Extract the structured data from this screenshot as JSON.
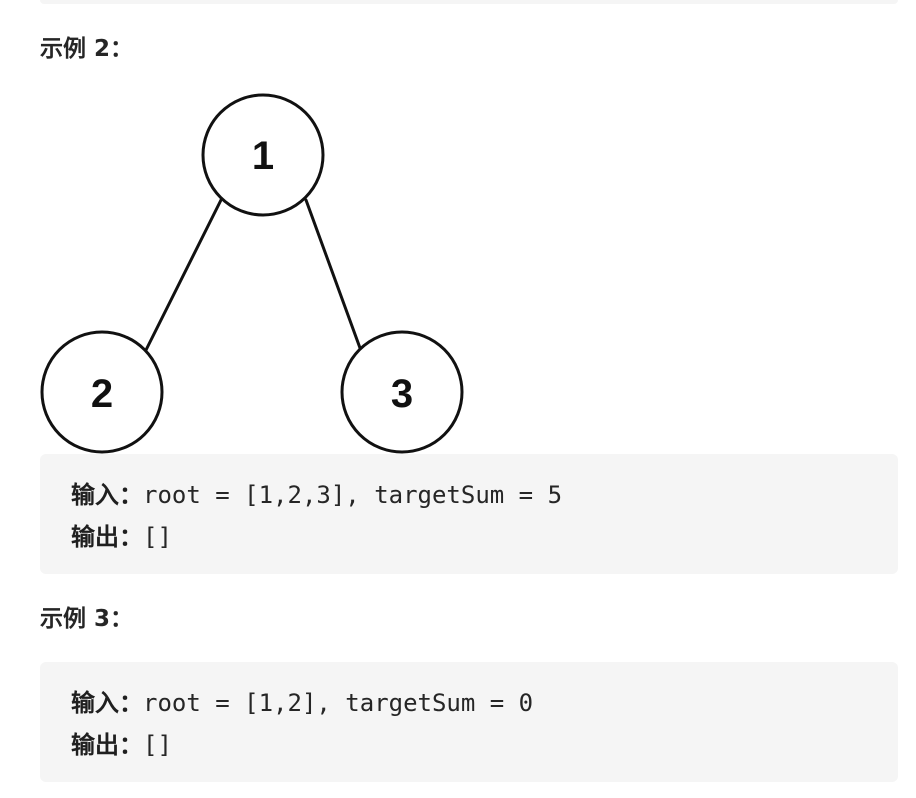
{
  "example2": {
    "heading": "示例 2：",
    "tree": {
      "nodes": [
        {
          "id": "root",
          "value": "1"
        },
        {
          "id": "left",
          "value": "2"
        },
        {
          "id": "right",
          "value": "3"
        }
      ],
      "edges": [
        [
          "root",
          "left"
        ],
        [
          "root",
          "right"
        ]
      ]
    },
    "input_label": "输入：",
    "input_value": "root = [1,2,3], targetSum = 5",
    "output_label": "输出：",
    "output_value": "[]"
  },
  "example3": {
    "heading": "示例 3：",
    "input_label": "输入：",
    "input_value": "root = [1,2], targetSum = 0",
    "output_label": "输出：",
    "output_value": "[]"
  },
  "colors": {
    "code_background": "#f5f5f5",
    "text": "#262626",
    "tree_stroke": "#111111"
  }
}
